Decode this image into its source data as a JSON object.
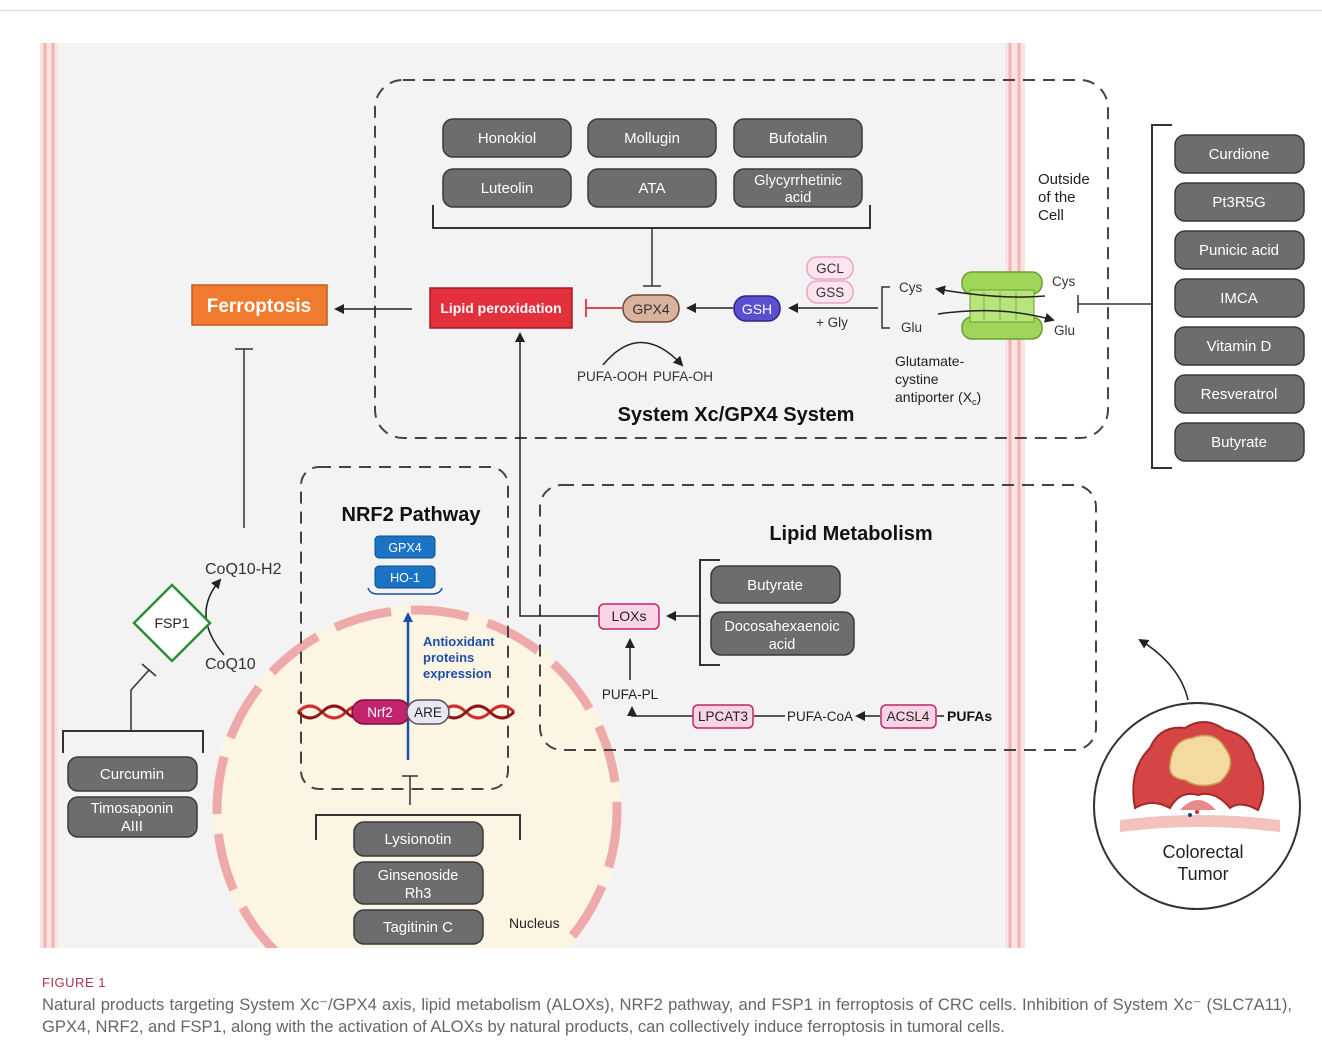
{
  "drugs_top": [
    "Honokiol",
    "Mollugin",
    "Bufotalin",
    "Luteolin",
    "ATA",
    "Glycyrrhetinic",
    "acid"
  ],
  "drugs_right": [
    "Curdione",
    "Pt3R5G",
    "Punicic acid",
    "IMCA",
    "Vitamin D",
    "Resveratrol",
    "Butyrate"
  ],
  "drugs_fsp1": [
    "Curcumin",
    "Timosaponin",
    "AIII"
  ],
  "drugs_nucleus": [
    "Lysionotin",
    "Ginsenoside",
    "Rh3",
    "Tagitinin C"
  ],
  "drugs_lipid": [
    "Butyrate",
    "Docosahexaenoic",
    "acid"
  ],
  "labels": {
    "ferroptosis": "Ferroptosis",
    "lipid_perox": "Lipid peroxidation",
    "gpx4": "GPX4",
    "gsh": "GSH",
    "gcl": "GCL",
    "gss": "GSS",
    "gly": "+ Gly",
    "cys": "Cys",
    "glu": "Glu",
    "pufa_ooh": "PUFA-OOH",
    "pufa_oh": "PUFA-OH",
    "outside": [
      "Outside",
      "of the",
      "Cell"
    ],
    "antiporter": [
      "Glutamate-",
      "cystine",
      "antiporter (X",
      "c",
      ")"
    ],
    "system_xc": "System Xc/GPX4 System",
    "nrf2_pathway": "NRF2 Pathway",
    "gpx4_blue": "GPX4",
    "ho1": "HO-1",
    "antiox": [
      "Antioxidant",
      "proteins",
      "expression"
    ],
    "nrf2": "Nrf2",
    "are": "ARE",
    "nucleus": "Nucleus",
    "fsp1": "FSP1",
    "coq10h2": "CoQ10-H2",
    "coq10": "CoQ10",
    "lipid_metabolism": "Lipid Metabolism",
    "loxs": "LOXs",
    "pufa_pl": "PUFA-PL",
    "lpcat3": "LPCAT3",
    "pufa_coa": "PUFA-CoA",
    "acsl4": "ACSL4",
    "pufas": "PUFAs",
    "tumor": [
      "Colorectal",
      "Tumor"
    ]
  },
  "caption": {
    "label": "FIGURE 1",
    "text": "Natural products targeting System Xc⁻/GPX4 axis, lipid metabolism (ALOXs), NRF2 pathway, and FSP1 in ferroptosis of CRC cells. Inhibition of System Xc⁻ (SLC7A11), GPX4, NRF2, and FSP1, along with the activation of ALOXs by natural products, can collectively induce ferroptosis in tumoral cells."
  },
  "colors": {
    "drug_box": "#6d6d6d",
    "ferroptosis": "#f07a2d",
    "lipid_perox": "#e3303c",
    "gpx4_node": "#d9b39b",
    "gsh": "#5b4fd1",
    "blue_box": "#1a73c4",
    "membrane": "#f6b9b9",
    "nucleus_fill": "#fdf5e4",
    "pink_node": "#f9d4e4",
    "fsp1": "#2f8f3a",
    "antiporter": "#9ed65a"
  }
}
